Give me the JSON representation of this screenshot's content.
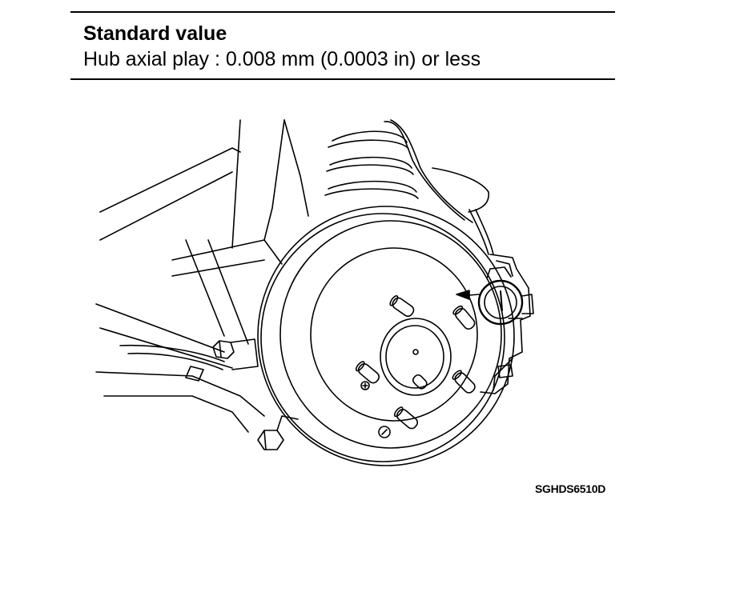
{
  "spec": {
    "title": "Standard value",
    "line": "Hub axial play : 0.008 mm (0.0003 in) or less"
  },
  "figure": {
    "code": "SGHDS6510D"
  },
  "colors": {
    "ink": "#000000",
    "paper": "#ffffff"
  }
}
